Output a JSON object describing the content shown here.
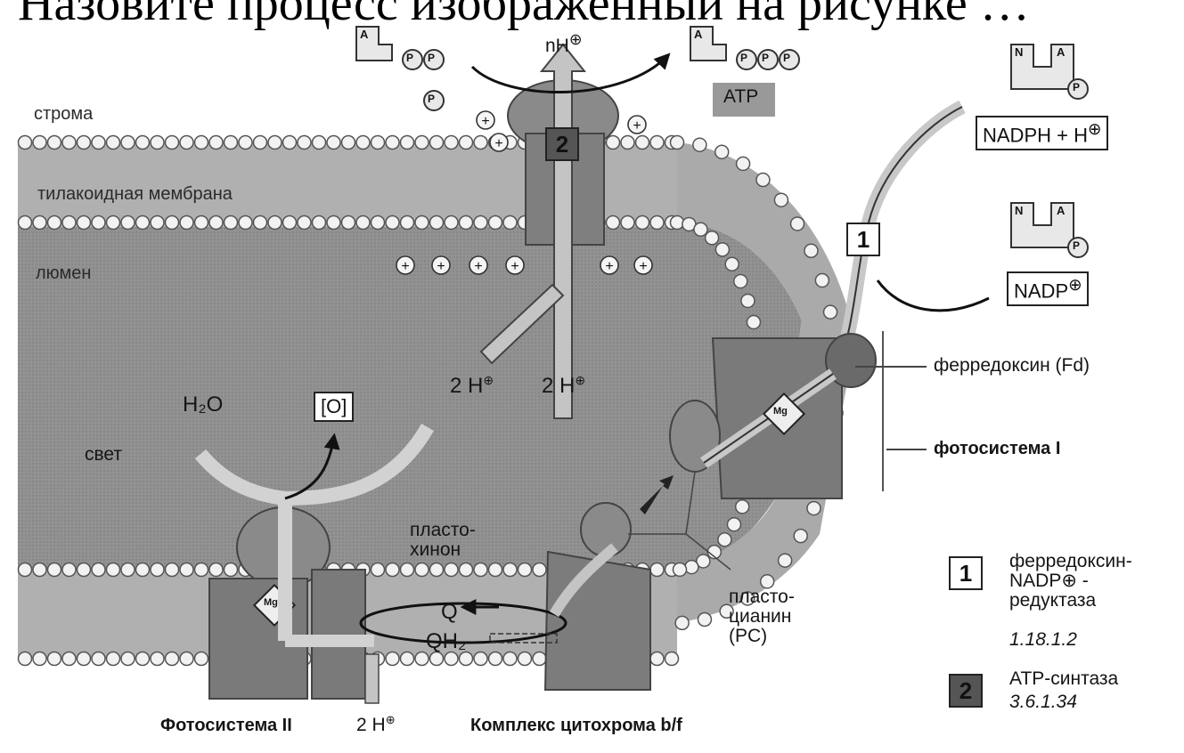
{
  "title": "Назовите процесс изображенный на рисунке …",
  "regions": {
    "stroma": "строма",
    "membrane": "тилакоидная мембрана",
    "lumen": "люмен"
  },
  "molecules": {
    "proton_top": "nH",
    "atp": "ATP",
    "nadph": "NADPH + H",
    "nadp": "NADP",
    "water": "H₂O",
    "oxygen": "[O]",
    "light": "свет",
    "two_h_left": "2 H",
    "two_h_right": "2 H",
    "two_h_bottom": "2 H",
    "q": "Q",
    "qh2": "QH₂",
    "plastoquinone": "пласто-\nхинон",
    "plastocyanin": "пласто-\nцианин\n(PC)",
    "ferredoxin": "ферредоксин (Fd)",
    "ps1": "фотосистема I",
    "ps2": "Фотосистема II",
    "cytb6f": "Комплекс цитохрома b/f",
    "glyph_A": "A",
    "glyph_N": "N",
    "glyph_P": "P",
    "mg": "Mg",
    "plus": "+"
  },
  "legend": [
    {
      "number": "1",
      "name": "ферредоксин-\nNADP⊕ -\nредуктаза",
      "ec": "1.18.1.2"
    },
    {
      "number": "2",
      "name": "ATP-синтаза",
      "ec": "3.6.1.34"
    }
  ],
  "colors": {
    "lumen": "#8f8f8f",
    "membrane": "#a9a9a9",
    "protein": "#7c7c7c",
    "arrow": "#c6c6c6",
    "dark_box": "#555555"
  }
}
